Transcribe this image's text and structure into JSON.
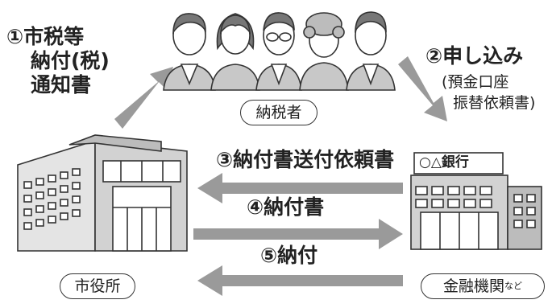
{
  "step1": {
    "num": "①",
    "line1": "市税等",
    "line2": "納付(税)",
    "line3": "通知書"
  },
  "step2": {
    "num": "②",
    "title": "申し込み",
    "sub1": "(預金口座",
    "sub2": "振替依頼書)"
  },
  "step3": {
    "num": "③",
    "label": "納付書送付依頼書"
  },
  "step4": {
    "num": "④",
    "label": "納付書"
  },
  "step5": {
    "num": "⑤",
    "label": "納付"
  },
  "taxpayer": {
    "label": "納税者"
  },
  "city_hall": {
    "label": "市役所"
  },
  "bank": {
    "label": "金融機関",
    "suffix": "など",
    "sign": "○△銀行"
  },
  "colors": {
    "arrow": "#9a9a9a",
    "building": "#d2d2d2",
    "outline": "#333333"
  }
}
